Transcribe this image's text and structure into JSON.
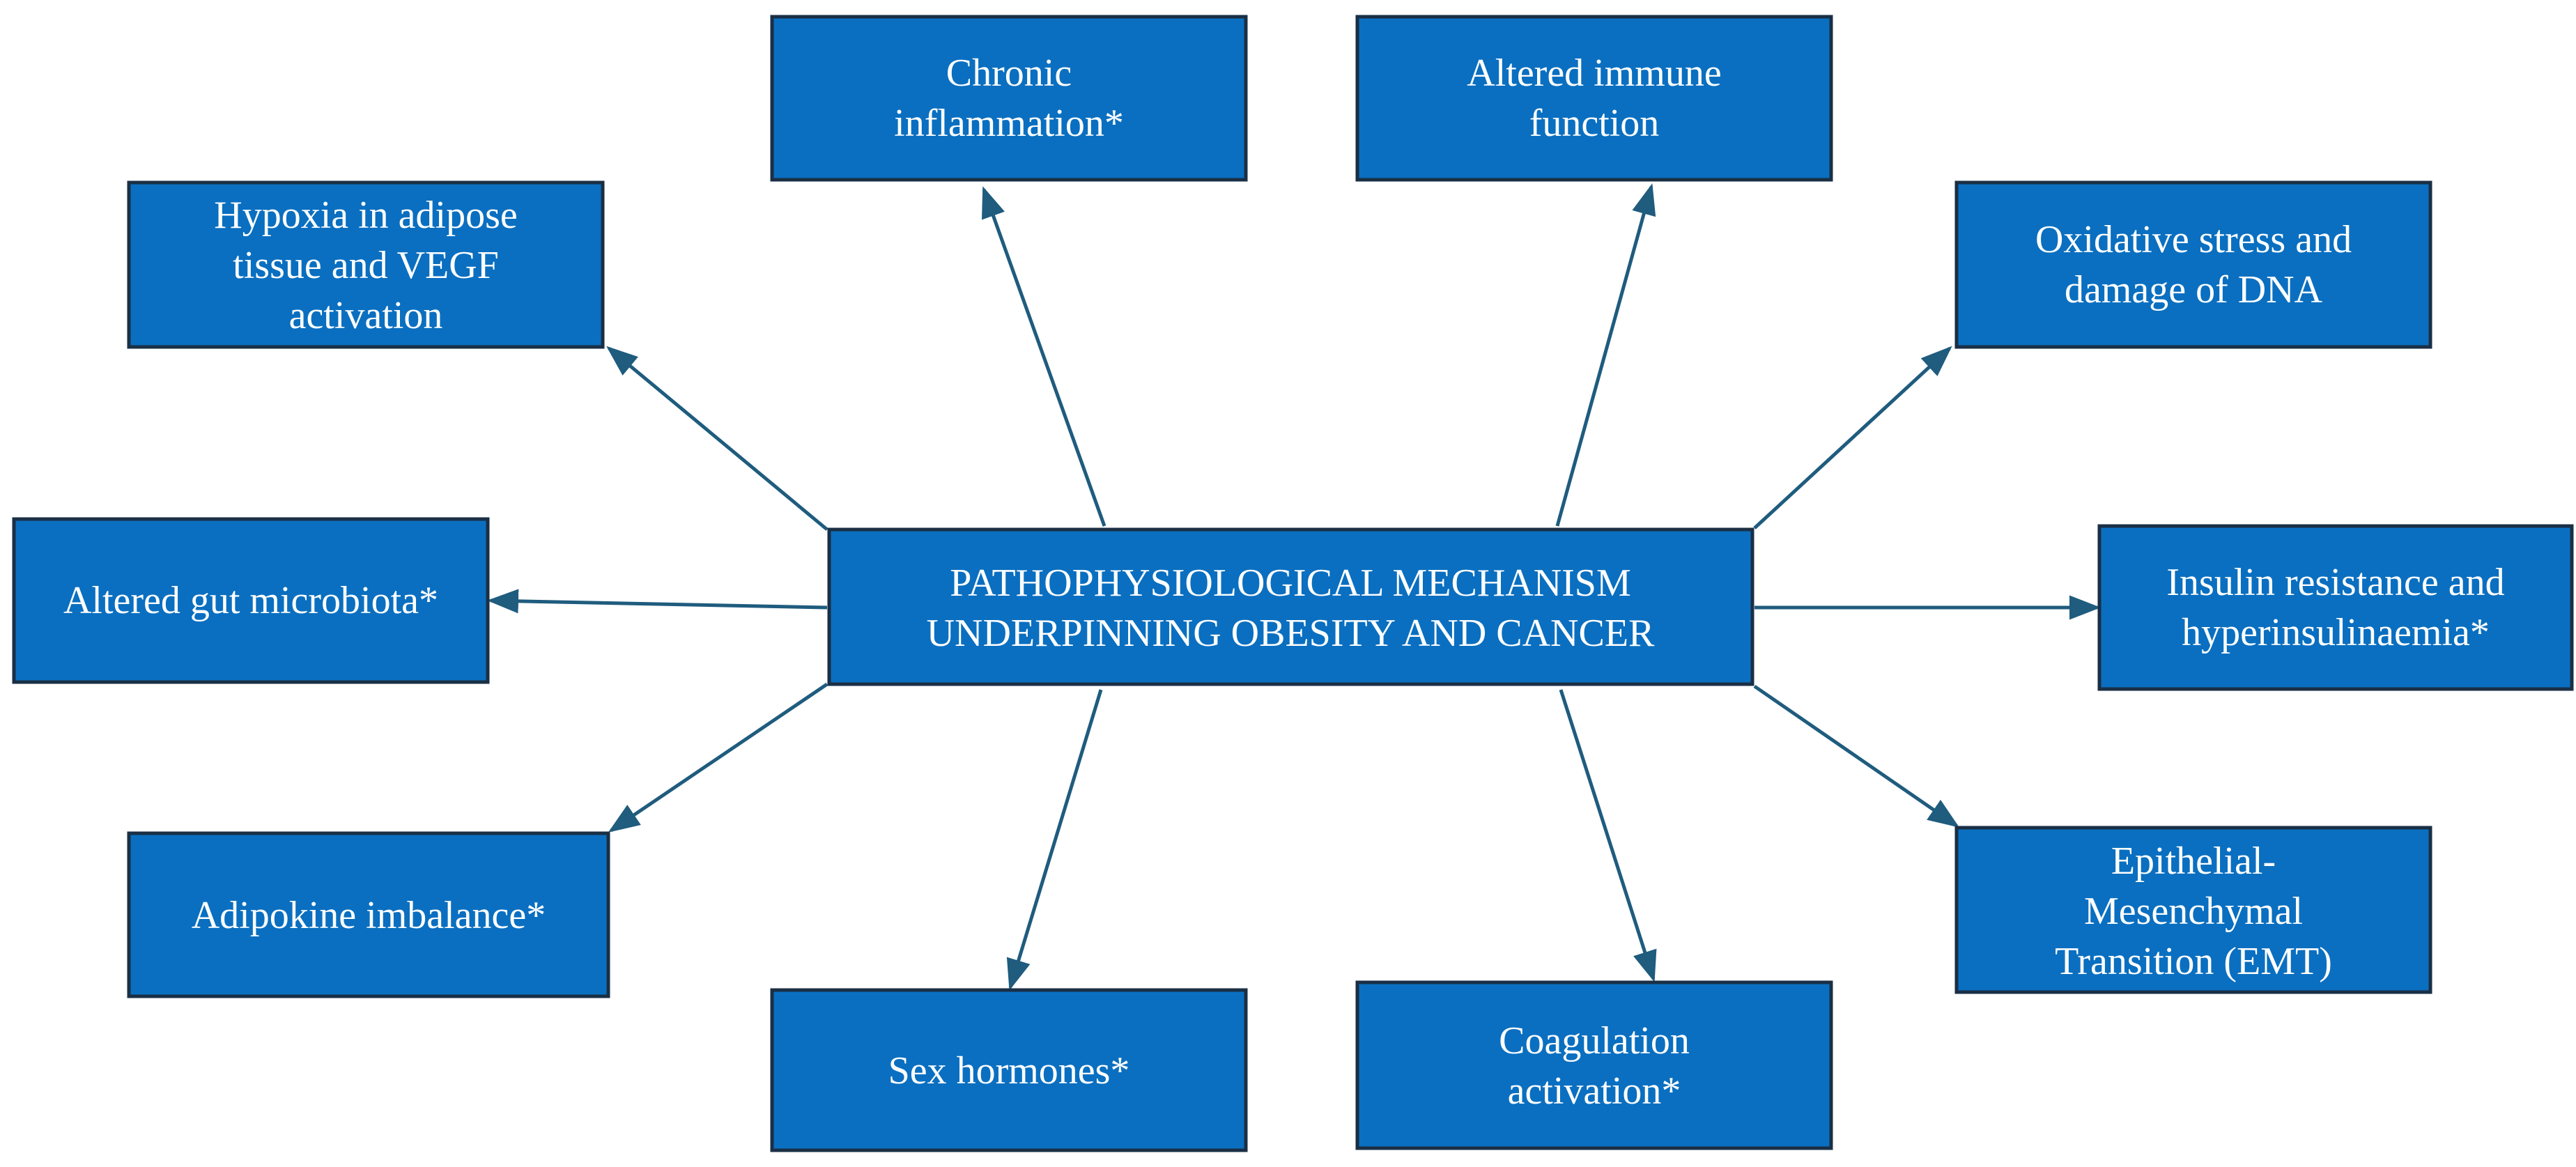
{
  "colors": {
    "box_fill": "#0a6fc0",
    "box_border": "#1a2f45",
    "arrow": "#1f5c7e",
    "text": "#ffffff",
    "background": "#ffffff"
  },
  "center": {
    "lines": [
      "PATHOPHYSIOLOGICAL MECHANISM",
      "UNDERPINNING OBESITY AND CANCER"
    ]
  },
  "nodes": {
    "chronic_inflammation": {
      "lines": [
        "Chronic",
        "inflammation*"
      ]
    },
    "altered_immune_function": {
      "lines": [
        "Altered immune",
        "function"
      ]
    },
    "hypoxia": {
      "lines": [
        "Hypoxia in adipose",
        "tissue and VEGF",
        "activation"
      ]
    },
    "oxidative_stress": {
      "lines": [
        "Oxidative stress and",
        "damage of DNA"
      ]
    },
    "gut_microbiota": {
      "lines": [
        "Altered gut microbiota*"
      ]
    },
    "insulin_resistance": {
      "lines": [
        "Insulin resistance and",
        "hyperinsulinaemia*"
      ]
    },
    "adipokine_imbalance": {
      "lines": [
        "Adipokine imbalance*"
      ]
    },
    "emt": {
      "lines": [
        "Epithelial-",
        "Mesenchymal",
        "Transition (EMT)"
      ]
    },
    "sex_hormones": {
      "lines": [
        "Sex hormones*"
      ]
    },
    "coagulation": {
      "lines": [
        "Coagulation",
        "activation*"
      ]
    }
  }
}
